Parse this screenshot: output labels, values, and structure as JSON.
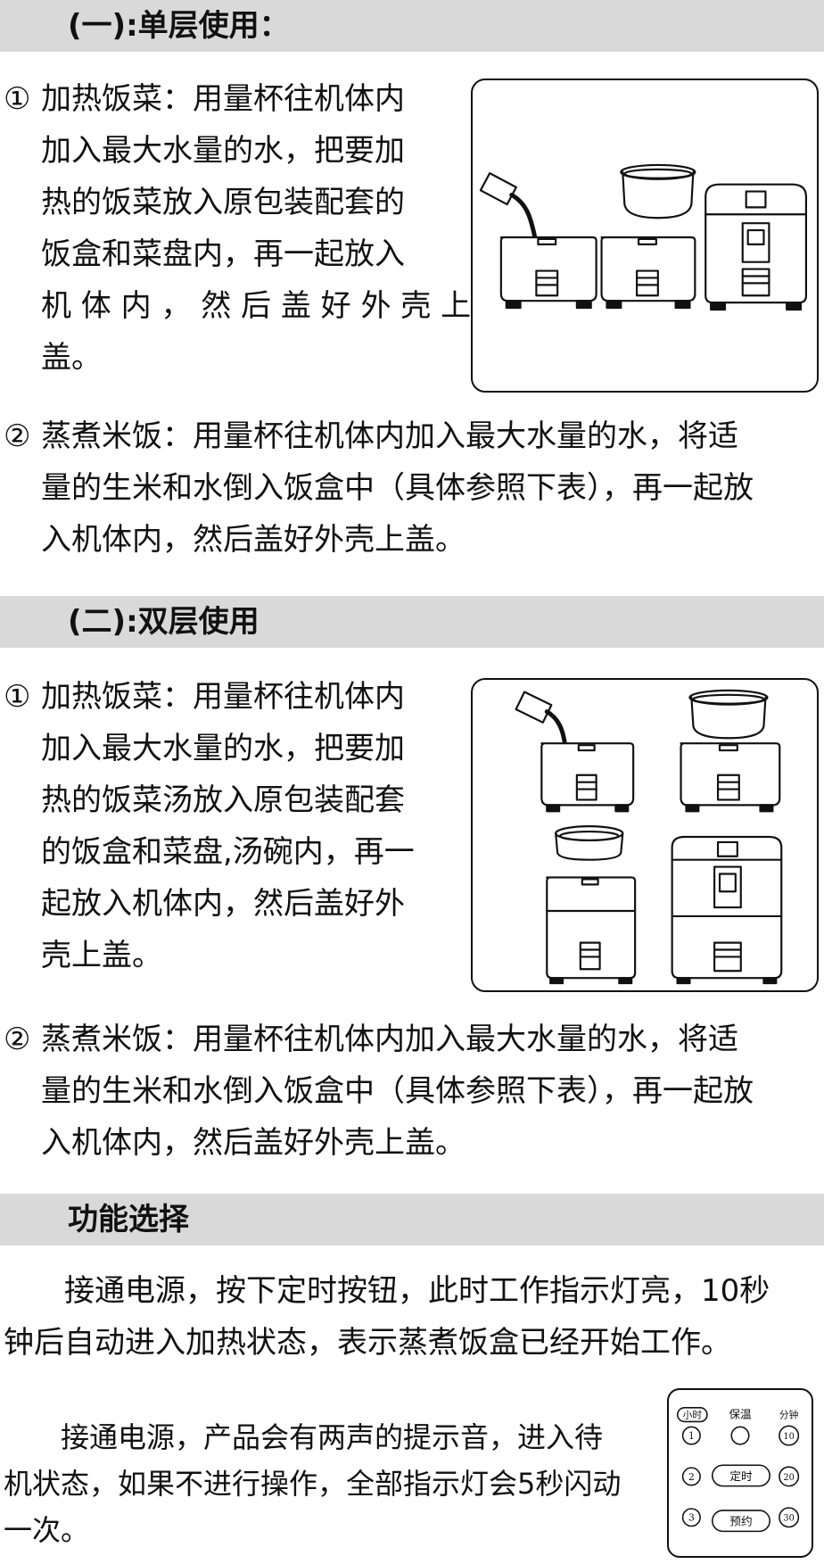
{
  "sections": [
    {
      "heading": "(一):单层使用：",
      "items": [
        {
          "marker": "①",
          "lines": [
            "加热饭菜：用量杯往机体内",
            "加入最大水量的水，把要加",
            "热的饭菜放入原包装配套的",
            "饭盒和菜盘内，再一起放入",
            "机 体 内 ， 然 后 盖 好 外 壳 上",
            "盖。"
          ]
        },
        {
          "marker": "②",
          "lines": [
            "蒸煮米饭：用量杯往机体内加入最大水量的水，将适",
            "量的生米和水倒入饭盒中（具体参照下表），再一起放",
            "入机体内，然后盖好外壳上盖。"
          ]
        }
      ]
    },
    {
      "heading": "(二):双层使用",
      "items": [
        {
          "marker": "①",
          "lines": [
            "加热饭菜：用量杯往机体内",
            "加入最大水量的水，把要加",
            "热的饭菜汤放入原包装配套",
            "的饭盒和菜盘,汤碗内，再一",
            "起放入机体内，然后盖好外",
            "壳上盖。"
          ]
        },
        {
          "marker": "②",
          "lines": [
            "蒸煮米饭：用量杯往机体内加入最大水量的水，将适",
            "量的生米和水倒入饭盒中（具体参照下表），再一起放",
            "入机体内，然后盖好外壳上盖。"
          ]
        }
      ]
    },
    {
      "heading": "功能选择",
      "paragraphs": [
        {
          "lines": [
            "　　接通电源，按下定时按钮，此时工作指示灯亮，10秒",
            "钟后自动进入加热状态，表示蒸煮饭盒已经开始工作。"
          ]
        },
        {
          "lines": [
            "　　接通电源，产品会有两声的提示音，进入待",
            "机状态，如果不进行操作，全部指示灯会5秒闪动",
            "一次。"
          ]
        }
      ]
    }
  ],
  "control_panel": {
    "top_labels": [
      "小时",
      "保温",
      "分钟"
    ],
    "left_numbers": [
      "1",
      "2",
      "3"
    ],
    "right_numbers": [
      "10",
      "20",
      "30"
    ],
    "center_buttons": [
      "定时",
      "预约"
    ]
  }
}
